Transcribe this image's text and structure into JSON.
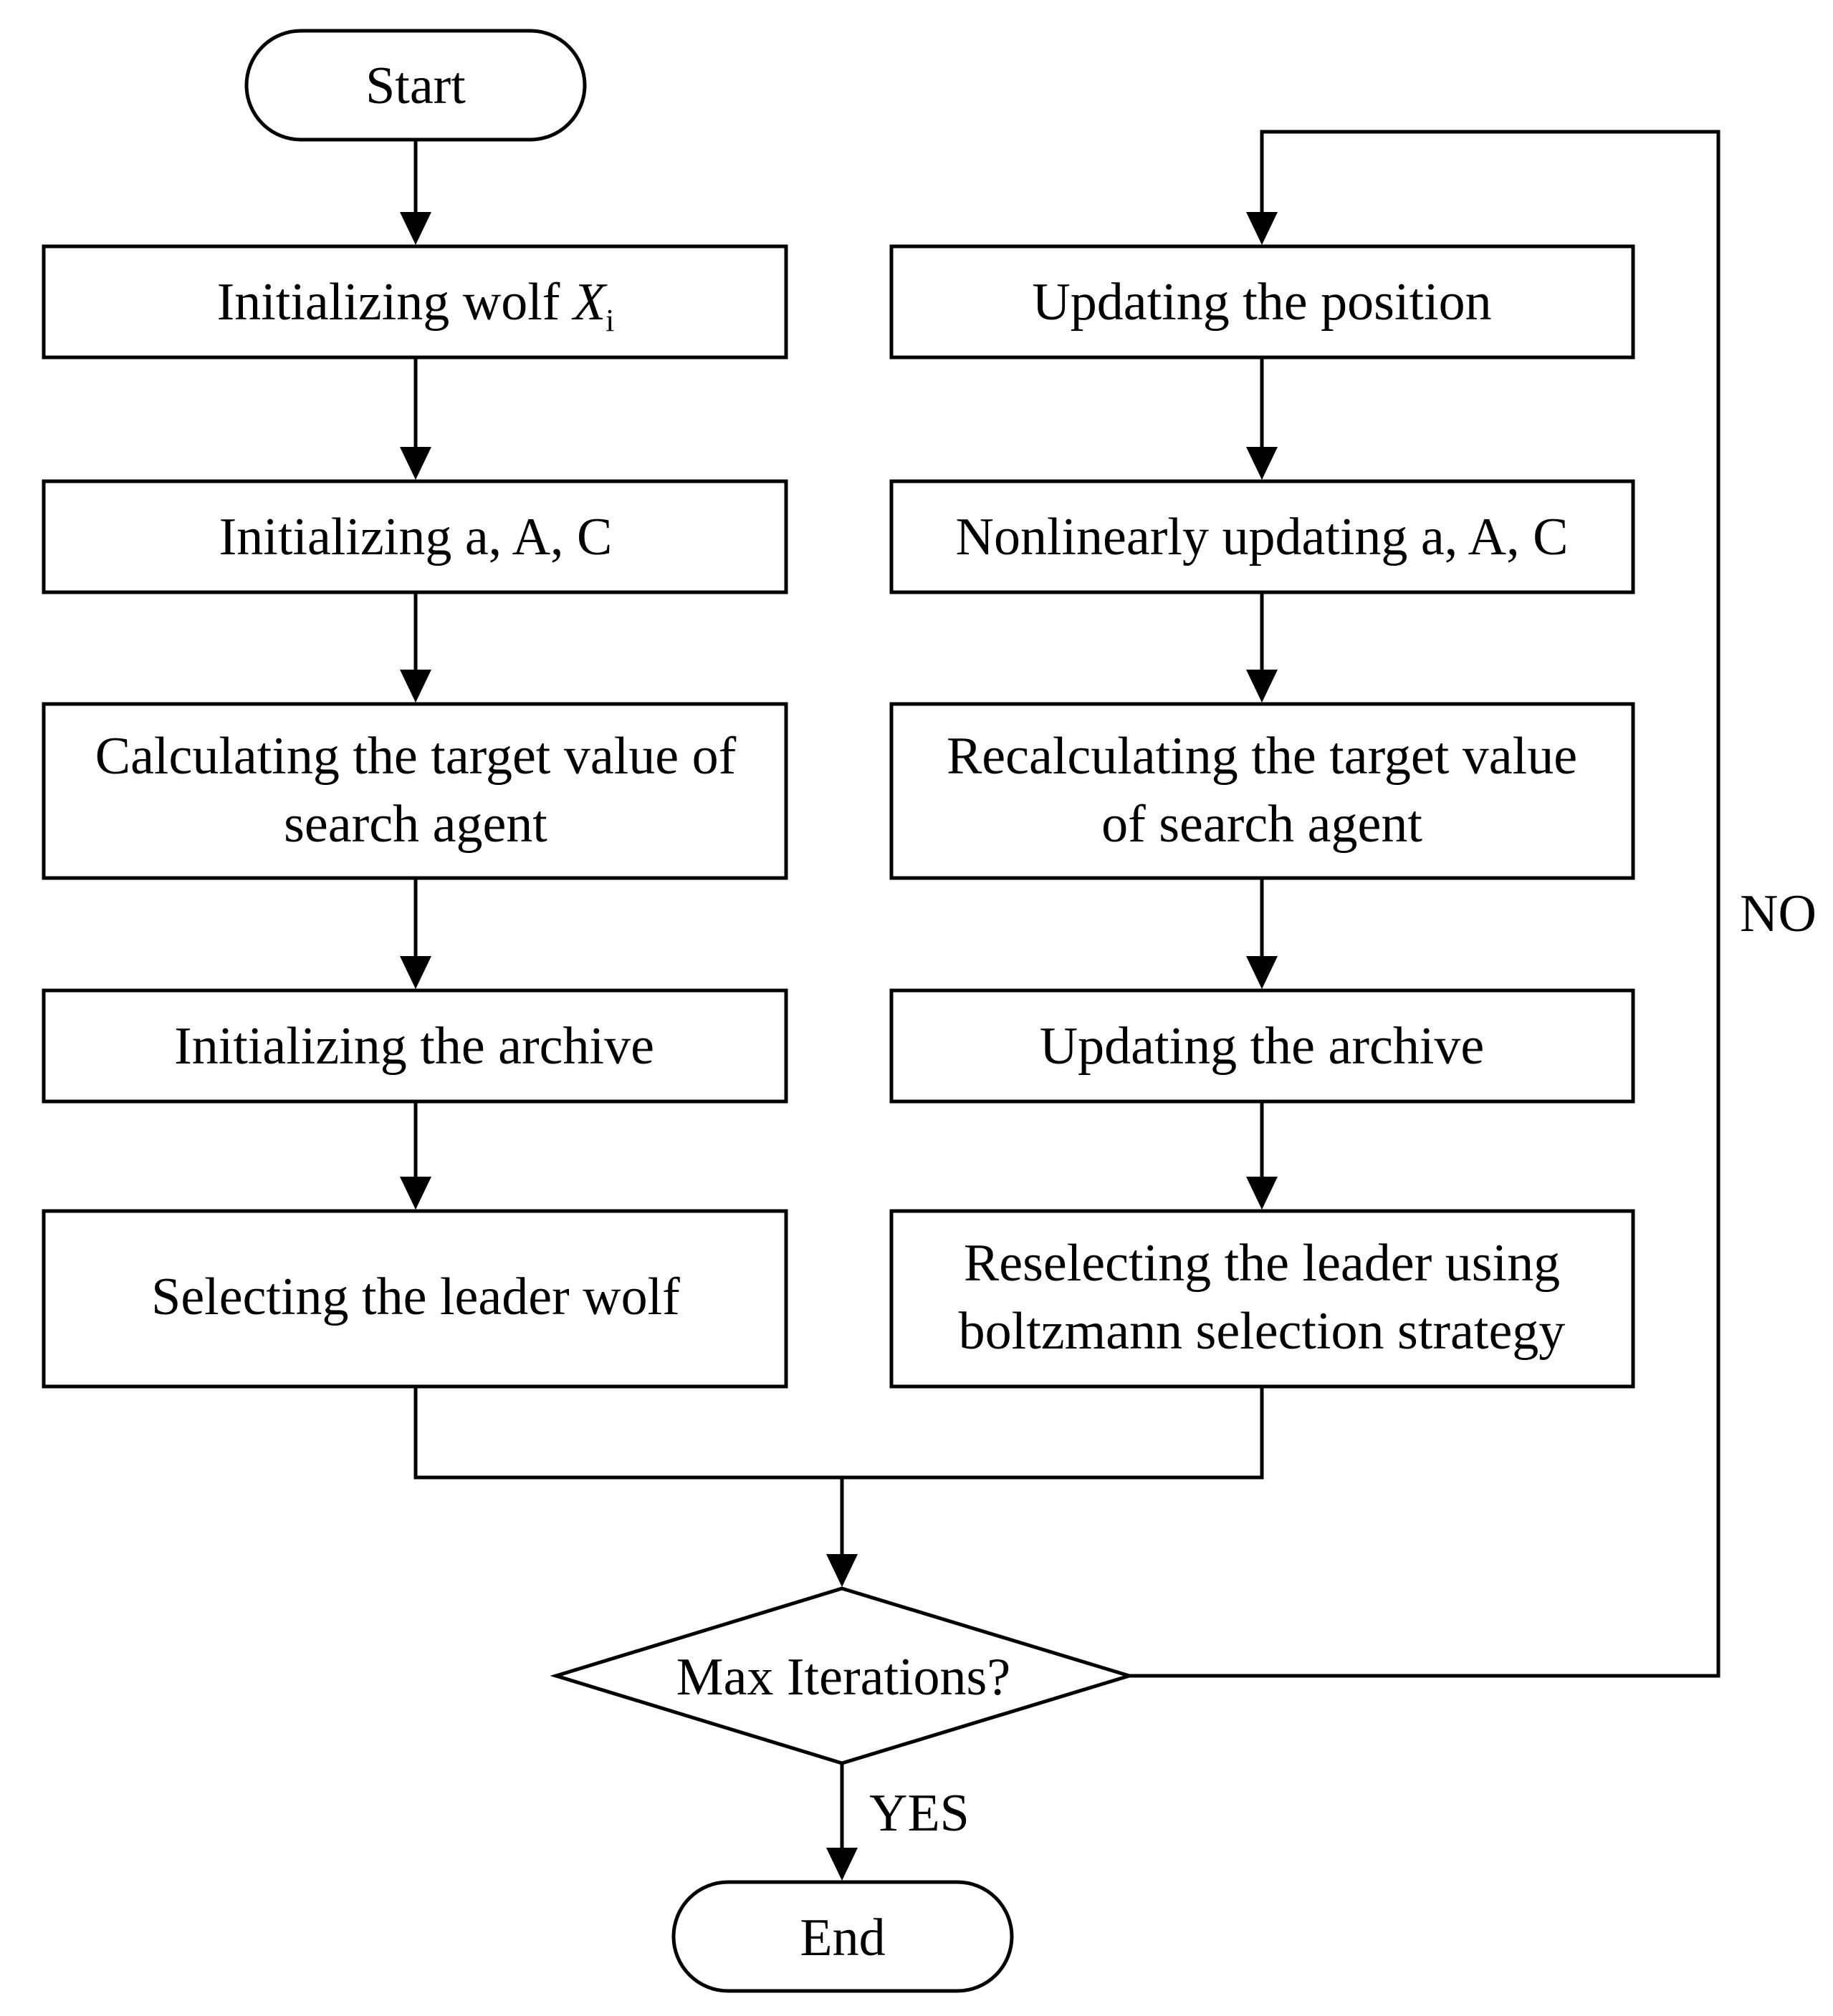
{
  "start": {
    "label": "Start"
  },
  "end": {
    "label": "End"
  },
  "left_column": {
    "init_wolf": {
      "label": "Initializing wolf ",
      "var": "X",
      "sub": "i"
    },
    "init_params": {
      "label": "Initializing a, A, C"
    },
    "calc_target": {
      "line1": "Calculating the target value of",
      "line2": "search agent"
    },
    "init_archive": {
      "label": "Initializing the archive"
    },
    "select_leader": {
      "label": "Selecting the leader wolf"
    }
  },
  "right_column": {
    "update_position": {
      "label": "Updating the position"
    },
    "update_params": {
      "label": "Nonlinearly updating a, A, C"
    },
    "recalc_target": {
      "line1": "Recalculating the target value",
      "line2": "of search agent"
    },
    "update_archive": {
      "label": "Updating the archive"
    },
    "reselect_leader": {
      "line1": "Reselecting the leader using",
      "line2": "boltzmann selection strategy"
    }
  },
  "decision": {
    "label": "Max Iterations?",
    "yes_label": "YES",
    "no_label": "NO"
  }
}
